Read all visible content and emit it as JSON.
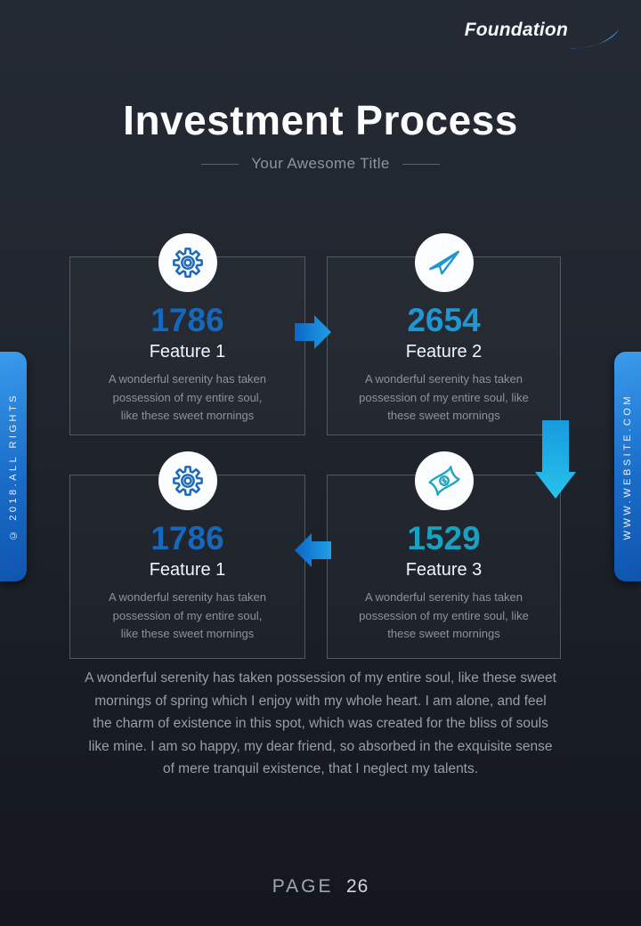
{
  "header": {
    "logo": "Foundation"
  },
  "title": {
    "heading": "Investment Process",
    "subtitle": "Your Awesome Title"
  },
  "cards": [
    {
      "icon": "gear-icon",
      "number": "1786",
      "number_color": "#1668bc",
      "title": "Feature 1",
      "description": "A wonderful serenity has taken\npossession of my entire soul,\nlike these sweet mornings"
    },
    {
      "icon": "paper-plane-icon",
      "number": "2654",
      "number_color": "#1f97d2",
      "title": "Feature 2",
      "description": "A wonderful serenity has taken\npossession of my entire soul, like\nthese sweet mornings"
    },
    {
      "icon": "gear-icon",
      "number": "1786",
      "number_color": "#1668bc",
      "title": "Feature 1",
      "description": "A wonderful serenity has taken\npossession of my entire soul,\nlike these sweet mornings"
    },
    {
      "icon": "money-icon",
      "number": "1529",
      "number_color": "#18a2c2",
      "title": "Feature 3",
      "description": "A wonderful serenity has taken\npossession of my entire soul, like\nthese sweet mornings"
    }
  ],
  "flow": {
    "arrow_1": "right-arrow",
    "arrow_2": "down-arrow",
    "arrow_3": "left-arrow"
  },
  "side_tabs": {
    "left_label": "© 2018.ALL RIGHTS",
    "right_label": "WWW.WEBSITE.COM"
  },
  "body_paragraph": "A wonderful serenity has taken possession of my entire soul, like these sweet\nmornings of spring which I enjoy with my whole heart. I am alone, and feel\nthe charm of existence in this spot, which was created for the bliss of souls\nlike mine. I am so happy, my dear friend, so absorbed in the exquisite sense\nof mere tranquil existence, that I neglect my talents.",
  "footer": {
    "label": "PAGE",
    "page_number": "26"
  },
  "colors": {
    "background_top": "#242a34",
    "background_bottom": "#14171d",
    "card_border": "#54585f",
    "accent_blue": "#1a6cc8",
    "accent_sky": "#1f97d2",
    "accent_cyan": "#1fc0e9",
    "gear_icon": "#1d6ab8",
    "plane_icon": "#1e96d2",
    "money_icon": "#1ba7c0"
  }
}
